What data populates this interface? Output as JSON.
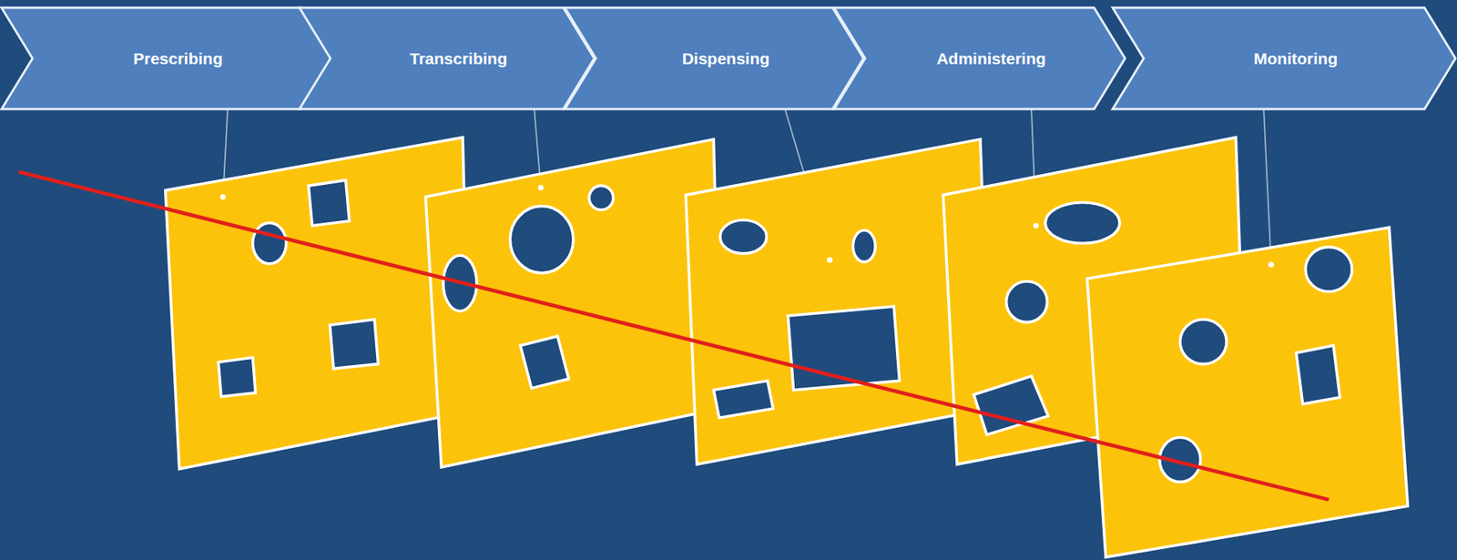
{
  "diagram": {
    "nodes": [
      {
        "text": [
          "Prescribing"
        ]
      },
      {
        "text": [
          "Transcribing"
        ]
      },
      {
        "text": [
          "Dispensing"
        ]
      },
      {
        "text": [
          "Administering"
        ]
      },
      {
        "text": [
          "Monitoring"
        ]
      }
    ]
  }
}
